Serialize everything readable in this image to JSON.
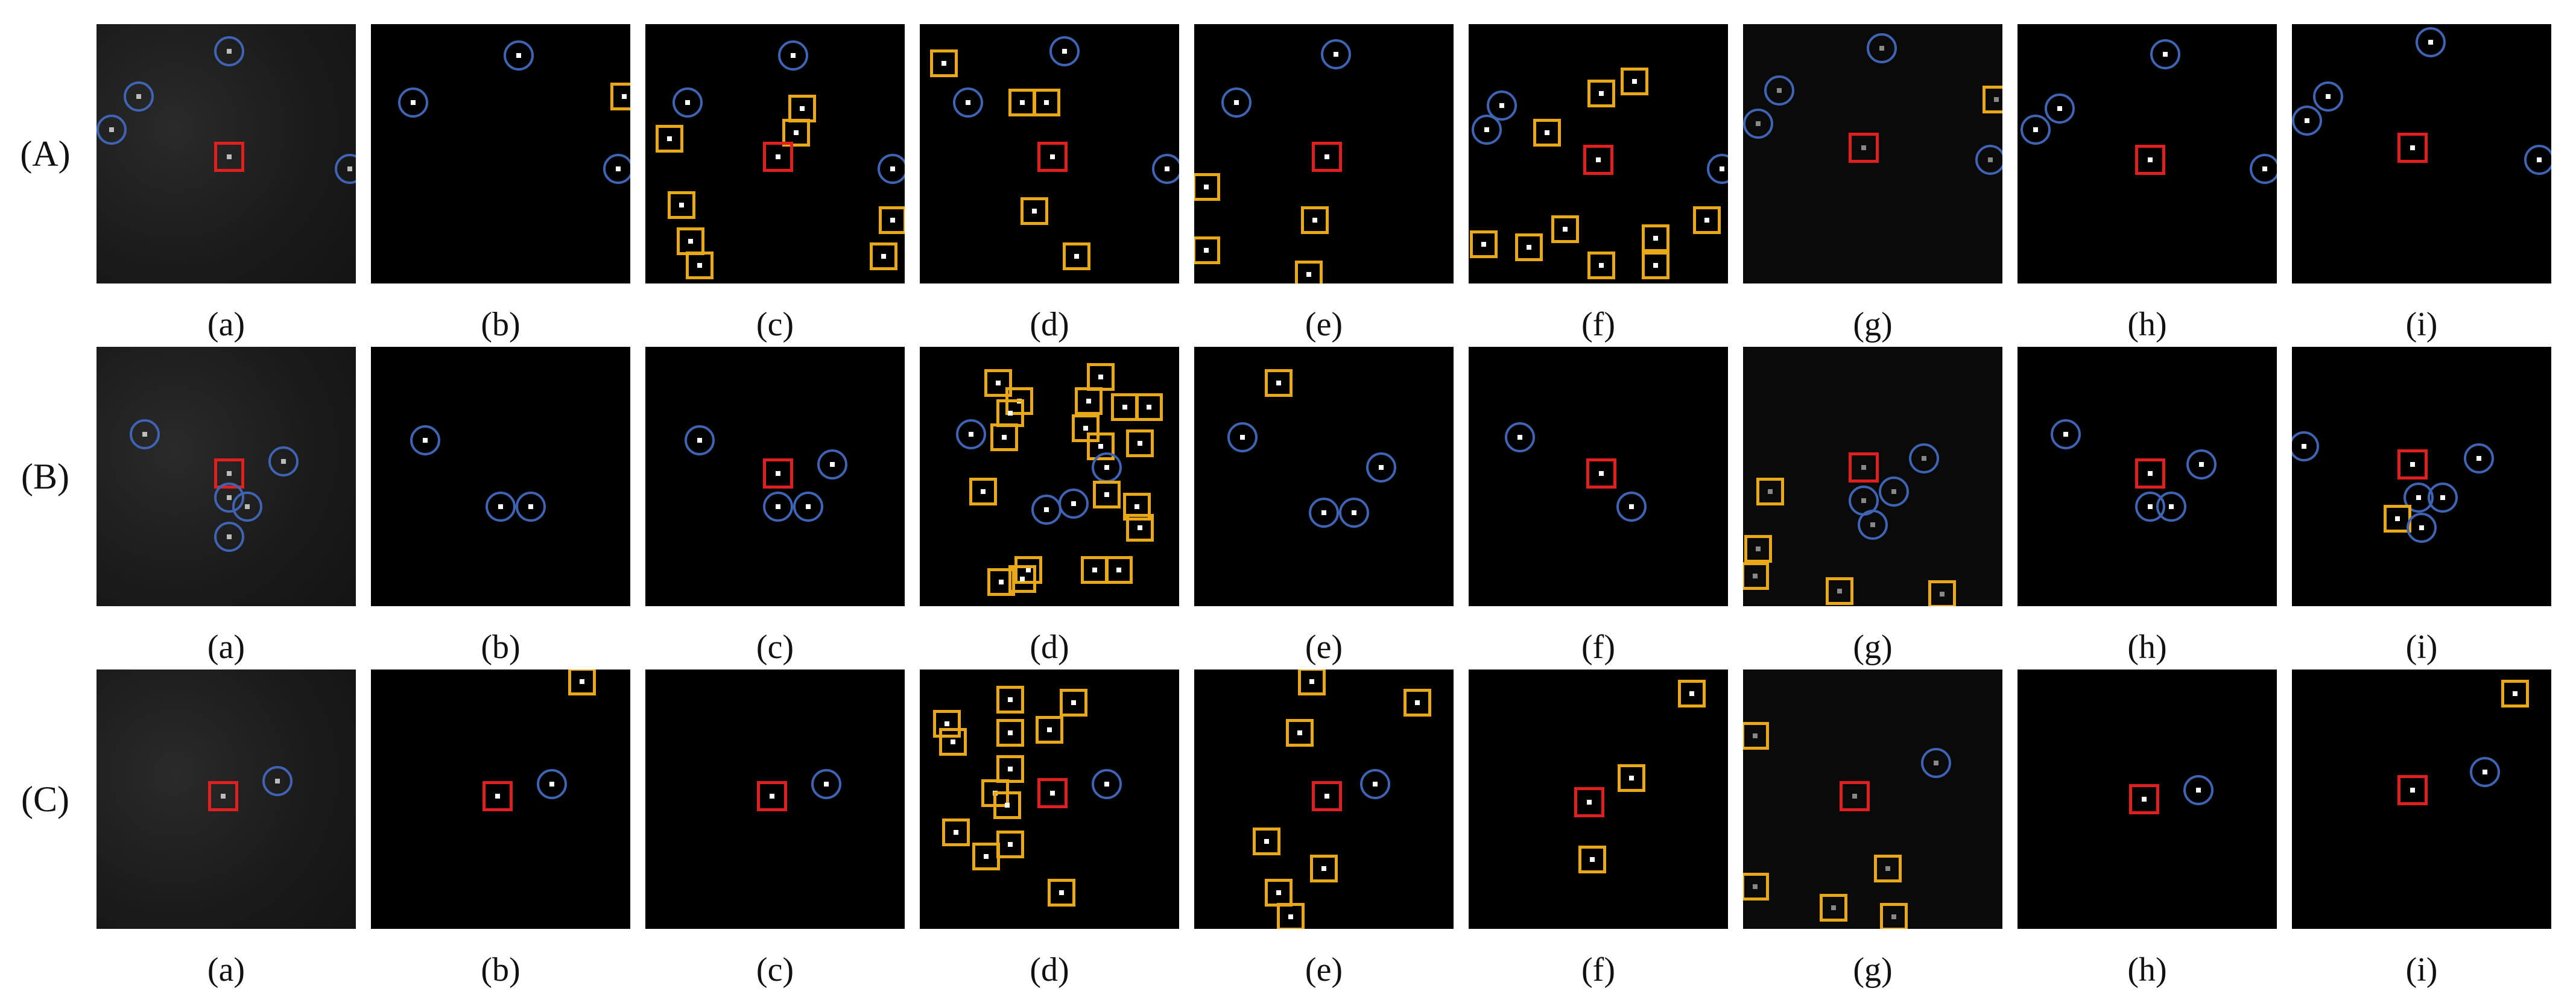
{
  "figure": {
    "rows": [
      {
        "label": "(A)",
        "subfigures": [
          "(a)",
          "(b)",
          "(c)",
          "(d)",
          "(e)",
          "(f)",
          "(g)",
          "(h)",
          "(i)"
        ]
      },
      {
        "label": "(B)",
        "subfigures": [
          "(a)",
          "(b)",
          "(c)",
          "(d)",
          "(e)",
          "(f)",
          "(g)",
          "(h)",
          "(i)"
        ]
      },
      {
        "label": "(C)",
        "subfigures": [
          "(a)",
          "(b)",
          "(c)",
          "(d)",
          "(e)",
          "(f)",
          "(g)",
          "(h)",
          "(i)"
        ]
      }
    ],
    "colors": {
      "circle": "#3f64b4",
      "red_box": "#e02020",
      "yellow_box": "#e8a818",
      "panel_bg": "#000000"
    }
  }
}
